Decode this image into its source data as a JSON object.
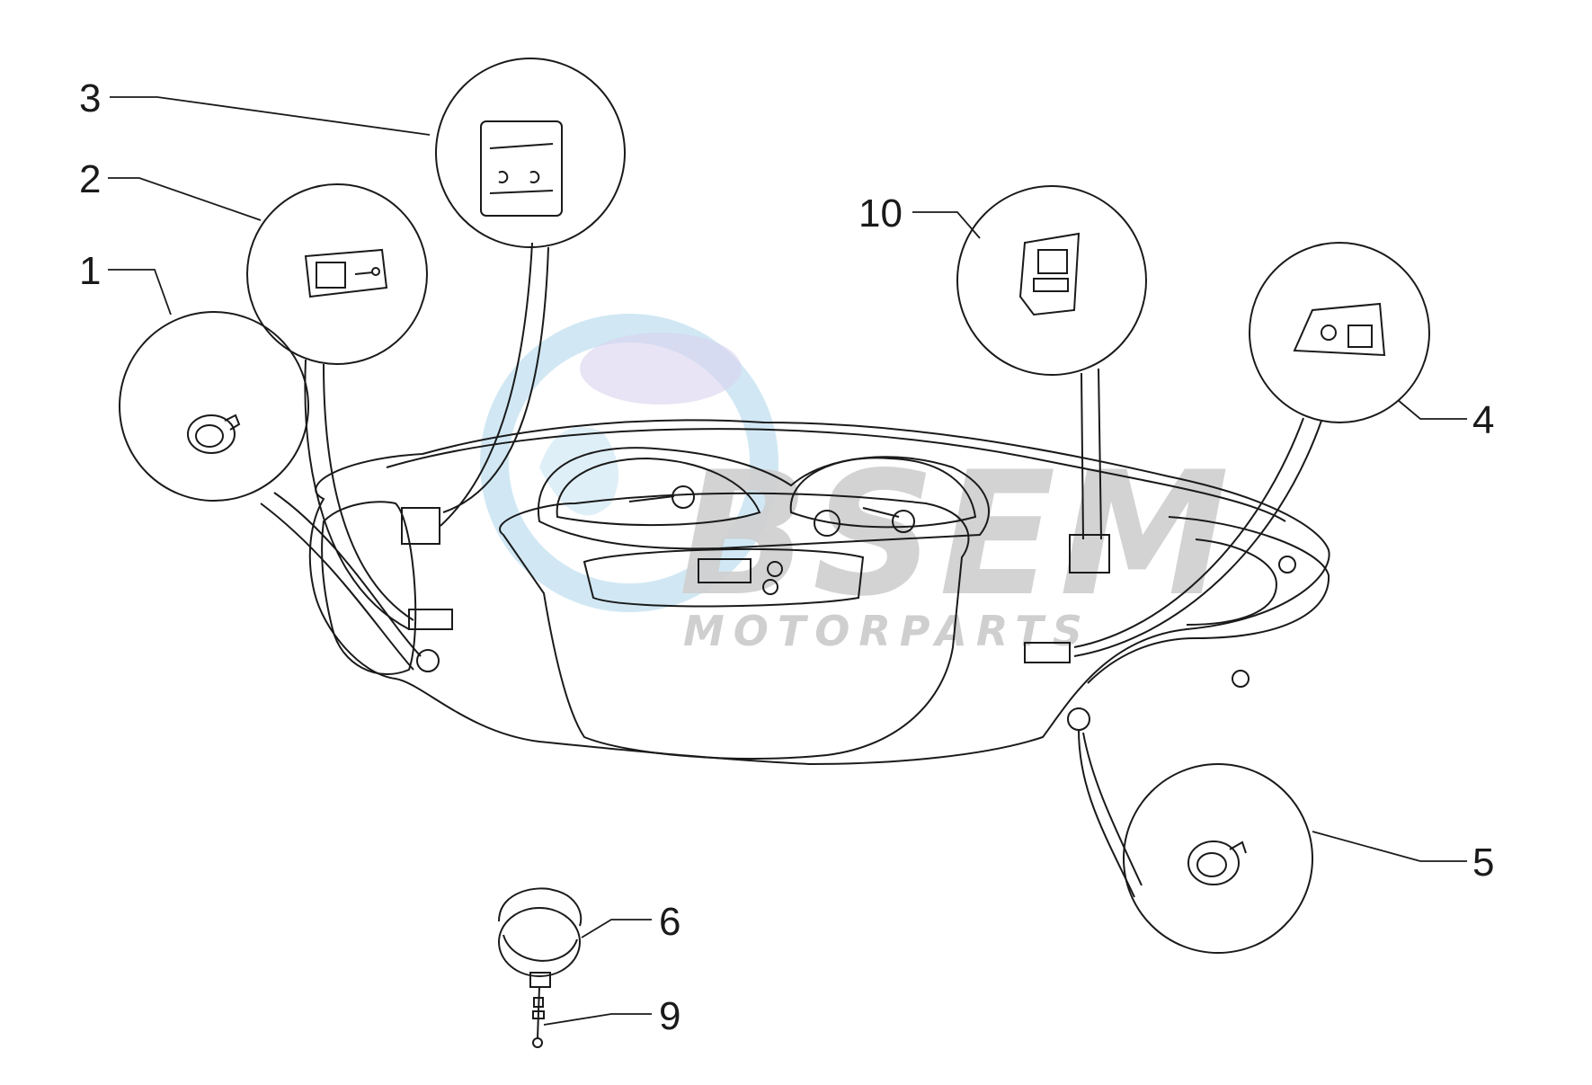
{
  "watermark": {
    "brand": "BSEM",
    "tagline": "MOTORPARTS",
    "colors": {
      "blue": "#c9e4f2",
      "gray": "#cfcfcf",
      "purple": "#d8d2ee"
    }
  },
  "colors": {
    "line": "#1a1a1a",
    "background": "#ffffff"
  },
  "callouts": [
    {
      "label": "1",
      "part_icon": "key-lock-icon"
    },
    {
      "label": "2",
      "part_icon": "horn-switch-icon"
    },
    {
      "label": "3",
      "part_icon": "light-switch-icon"
    },
    {
      "label": "4",
      "part_icon": "start-switch-icon"
    },
    {
      "label": "5",
      "part_icon": "ignition-lock-icon"
    },
    {
      "label": "6",
      "part_icon": "horn-icon"
    },
    {
      "label": "9",
      "part_icon": "screw-icon"
    },
    {
      "label": "10",
      "part_icon": "turn-signal-switch-icon"
    }
  ]
}
